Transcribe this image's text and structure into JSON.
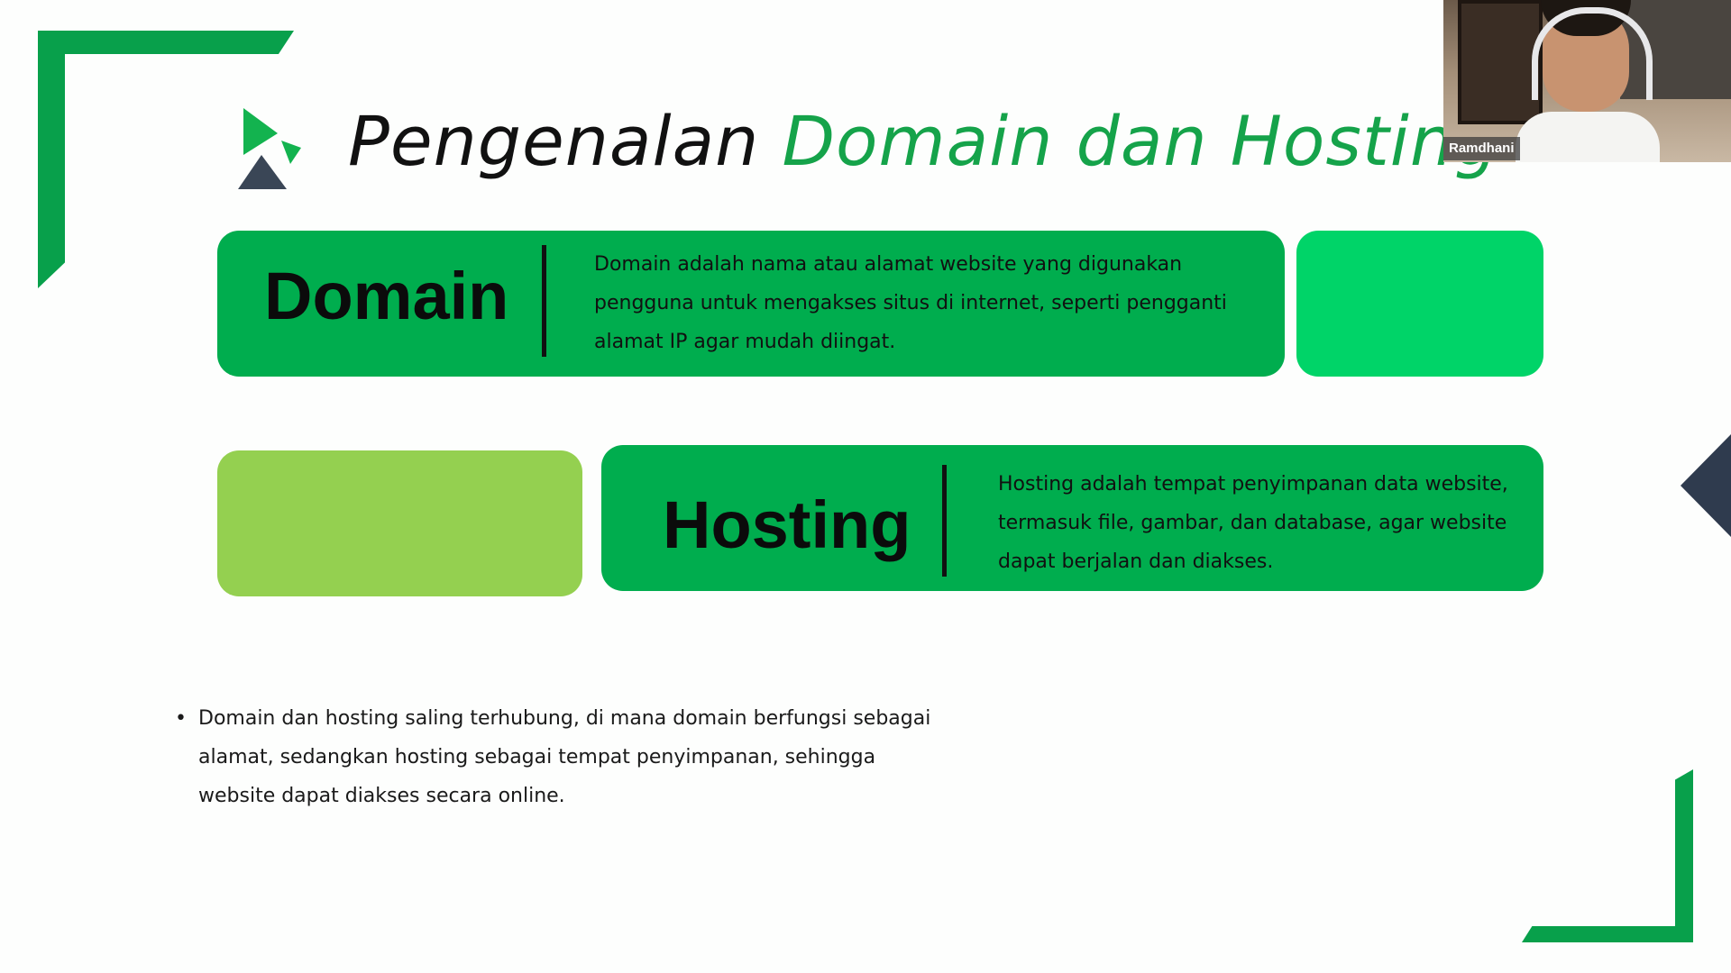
{
  "slide": {
    "title_part1": "Pengenalan",
    "title_part2": "Domain dan Hosting",
    "accent_color": "#15a34a",
    "card_green": "#00ad4e",
    "card_bright_green": "#00d468",
    "card_lime": "#94d050",
    "logo_icon": "play-triangle-logo-icon"
  },
  "domain_card": {
    "label": "Domain",
    "description": "Domain adalah nama atau alamat website yang digunakan pengguna untuk mengakses situs di internet, seperti pengganti alamat IP agar mudah diingat."
  },
  "hosting_card": {
    "label": "Hosting",
    "description": "Hosting adalah tempat penyimpanan data website, termasuk file, gambar, dan database, agar website dapat berjalan dan diakses."
  },
  "bullets": [
    {
      "marker": "•",
      "text": "Domain dan hosting saling terhubung, di mana domain berfungsi sebagai alamat, sedangkan hosting sebagai tempat penyimpanan, sehingga website dapat diakses secara online."
    }
  ],
  "webcam": {
    "participant_name": "Ramdhani"
  }
}
